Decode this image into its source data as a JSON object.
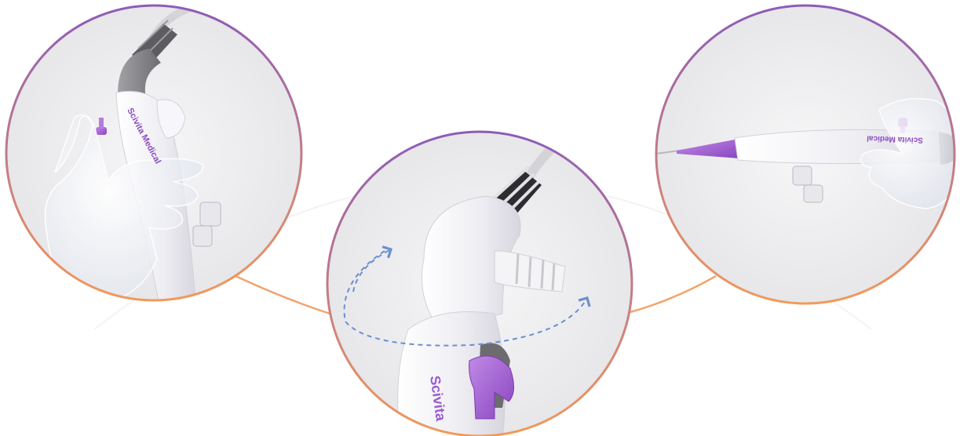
{
  "image": {
    "description_free": true,
    "colors": {
      "ring_top": "#8e5bb8",
      "ring_bottom": "#f29a5a",
      "connector": "#f2a46c",
      "device_body": "#f3f2f6",
      "device_accent": "#a25fd0",
      "cable_gray": "#8c8c90",
      "arrow_blue": "#6b8fcf",
      "backdrop": "#ececee"
    }
  },
  "panels": [
    {
      "id": "left",
      "brand_text": "Scivita Medical"
    },
    {
      "id": "center",
      "brand_text": "Scivita"
    },
    {
      "id": "right",
      "brand_text": "Scivita Medical"
    }
  ]
}
